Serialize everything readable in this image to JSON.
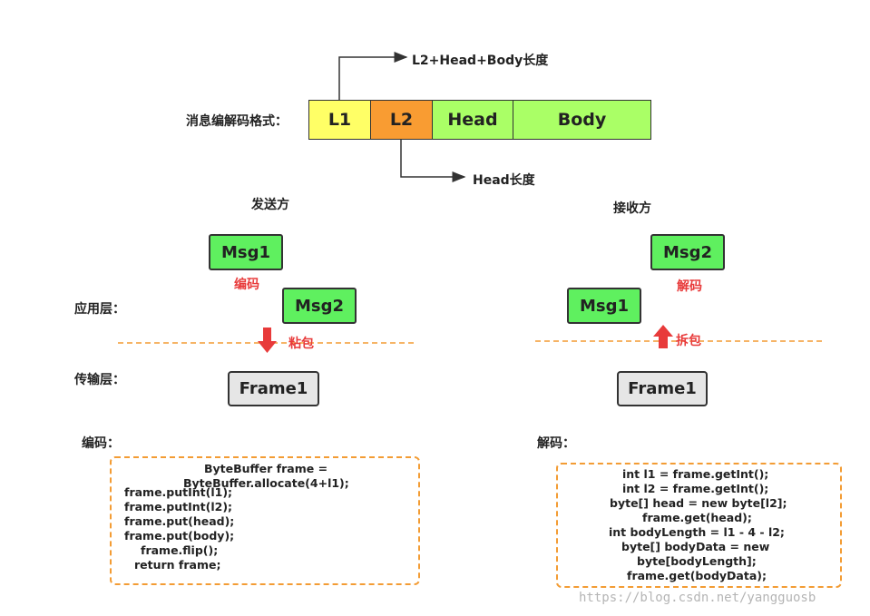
{
  "format_label": "消息编解码格式：",
  "segments": [
    {
      "label": "L1",
      "color": "#ffff66"
    },
    {
      "label": "L2",
      "color": "#f99c32"
    },
    {
      "label": "Head",
      "color": "#aaff66"
    },
    {
      "label": "Body",
      "color": "#aaff66"
    }
  ],
  "l1_annotation": "L2+Head+Body长度",
  "l2_annotation": "Head长度",
  "sender": {
    "title": "发送方",
    "msg1": "Msg1",
    "msg2": "Msg2",
    "encode_label": "编码",
    "stick_label": "粘包",
    "frame": "Frame1"
  },
  "receiver": {
    "title": "接收方",
    "msg1": "Msg1",
    "msg2": "Msg2",
    "decode_label": "解码",
    "unpack_label": "拆包",
    "frame": "Frame1"
  },
  "layer_app": "应用层：",
  "layer_transport": "传输层：",
  "encode_title": "编码：",
  "decode_title": "解码：",
  "encode_code": [
    "ByteBuffer frame =",
    "ByteBuffer.allocate(4+l1);",
    "frame.putInt(l1);",
    "frame.putInt(l2);",
    "frame.put(head);",
    "frame.put(body);",
    "frame.flip();",
    "return frame;"
  ],
  "decode_code": [
    "int l1 = frame.getInt();",
    "int l2 = frame.getInt();",
    "byte[] head = new byte[l2];",
    "frame.get(head);",
    "int bodyLength = l1 - 4 - l2;",
    "byte[] bodyData =  new",
    "byte[bodyLength];",
    "frame.get(bodyData);"
  ],
  "watermark": "https://blog.csdn.net/yangguosb",
  "colors": {
    "msg_green": "#5ff05f",
    "arrow_red": "#e83a3a",
    "dashed_orange": "#f39c34",
    "frame_gray": "#e6e6e6"
  }
}
